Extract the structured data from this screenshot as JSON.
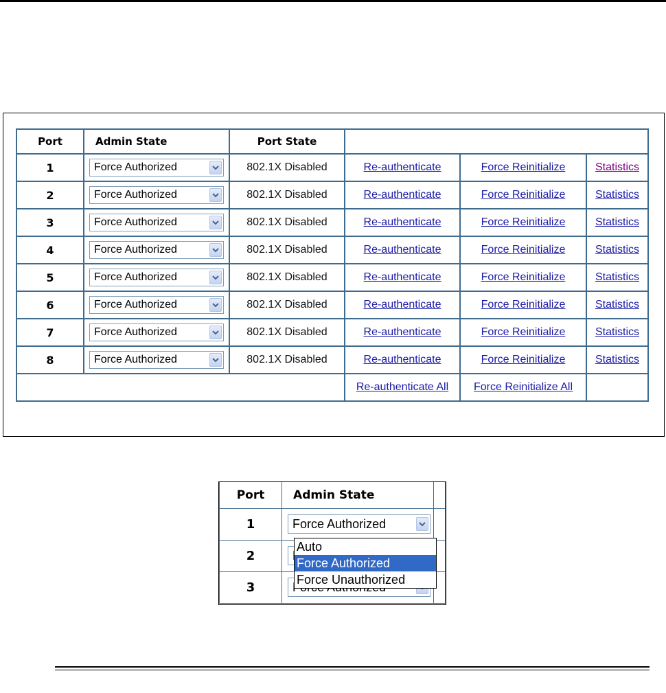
{
  "columns": {
    "port": "Port",
    "admin_state": "Admin State",
    "port_state": "Port State"
  },
  "rows": [
    {
      "port": "1",
      "admin_state": "Force Authorized",
      "port_state": "802.1X Disabled",
      "reauth": "Re-authenticate",
      "reinit": "Force Reinitialize",
      "stats": "Statistics"
    },
    {
      "port": "2",
      "admin_state": "Force Authorized",
      "port_state": "802.1X Disabled",
      "reauth": "Re-authenticate",
      "reinit": "Force Reinitialize",
      "stats": "Statistics"
    },
    {
      "port": "3",
      "admin_state": "Force Authorized",
      "port_state": "802.1X Disabled",
      "reauth": "Re-authenticate",
      "reinit": "Force Reinitialize",
      "stats": "Statistics"
    },
    {
      "port": "4",
      "admin_state": "Force Authorized",
      "port_state": "802.1X Disabled",
      "reauth": "Re-authenticate",
      "reinit": "Force Reinitialize",
      "stats": "Statistics"
    },
    {
      "port": "5",
      "admin_state": "Force Authorized",
      "port_state": "802.1X Disabled",
      "reauth": "Re-authenticate",
      "reinit": "Force Reinitialize",
      "stats": "Statistics"
    },
    {
      "port": "6",
      "admin_state": "Force Authorized",
      "port_state": "802.1X Disabled",
      "reauth": "Re-authenticate",
      "reinit": "Force Reinitialize",
      "stats": "Statistics"
    },
    {
      "port": "7",
      "admin_state": "Force Authorized",
      "port_state": "802.1X Disabled",
      "reauth": "Re-authenticate",
      "reinit": "Force Reinitialize",
      "stats": "Statistics"
    },
    {
      "port": "8",
      "admin_state": "Force Authorized",
      "port_state": "802.1X Disabled",
      "reauth": "Re-authenticate",
      "reinit": "Force Reinitialize",
      "stats": "Statistics"
    }
  ],
  "footer": {
    "reauth_all": "Re-authenticate All",
    "reinit_all": "Force Reinitialize All"
  },
  "inset": {
    "columns": {
      "port": "Port",
      "admin_state": "Admin State"
    },
    "rows": [
      {
        "port": "1",
        "admin_state": "Force Authorized"
      },
      {
        "port": "2",
        "admin_state": "Force Authorized"
      },
      {
        "port": "3",
        "admin_state": "Force Authorized"
      }
    ],
    "dropdown_options": [
      "Auto",
      "Force Authorized",
      "Force Unauthorized"
    ],
    "dropdown_selected": "Force Authorized"
  },
  "colors": {
    "link": "#1a1aa6",
    "visited_link": "#800080",
    "table_border": "#3f6b8f",
    "dropdown_highlight": "#3169c6"
  },
  "icons": {
    "select_arrow": "chevron-down-icon"
  }
}
